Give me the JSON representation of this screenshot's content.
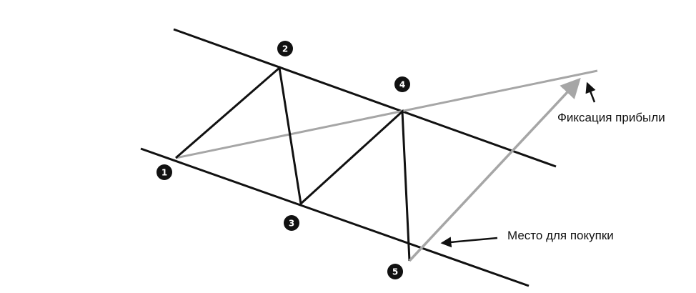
{
  "labels": {
    "take_profit": "Фиксация прибыли",
    "buy_point": "Место для покупки"
  },
  "points": [
    "1",
    "2",
    "3",
    "4",
    "5"
  ],
  "colors": {
    "line": "#111111",
    "trend": "#a6a6a6",
    "marker": "#111111"
  }
}
